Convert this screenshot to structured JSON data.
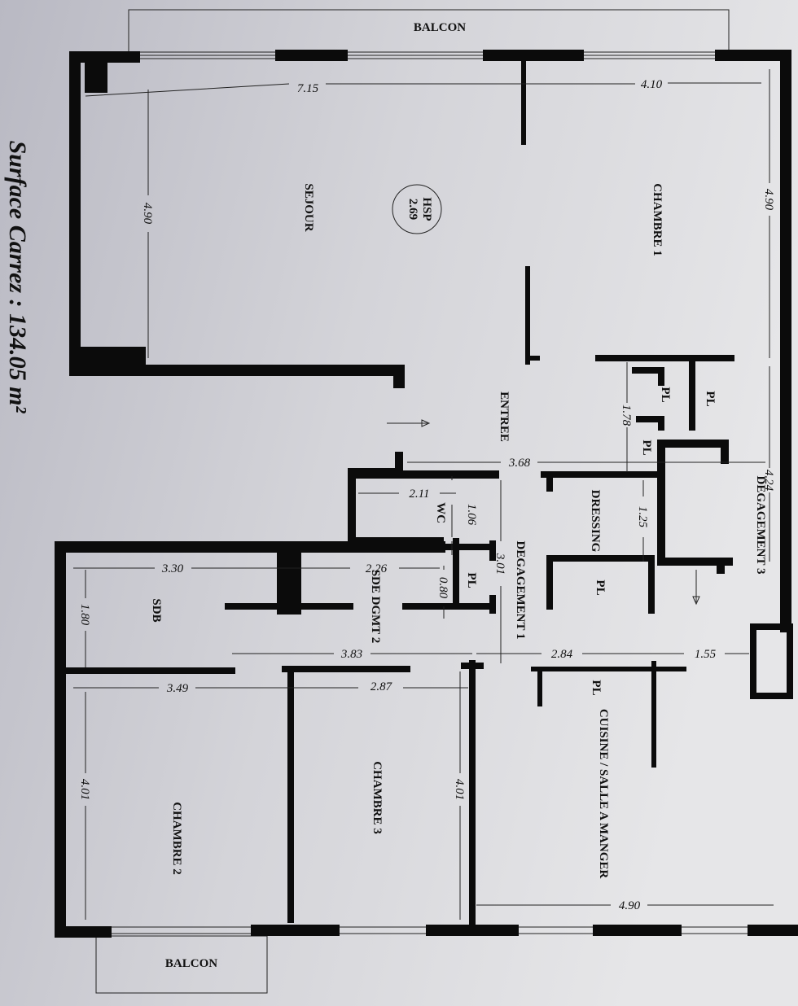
{
  "title": "Surface Carrez : 134.05 m²",
  "balcony_top": "BALCON",
  "balcony_bottom": "BALCON",
  "hsp": {
    "label": "HSP",
    "value": "2.69"
  },
  "rooms": {
    "sejour": "SEJOUR",
    "chambre1": "CHAMBRE 1",
    "entree": "ENTREE",
    "degagement3": "DEGAGEMENT 3",
    "wc": "WC",
    "dressing": "DRESSING",
    "degagement1": "DEGAGEMENT 1",
    "sdb": "SDB",
    "sde": "SDE DGMT 2",
    "chambre2": "CHAMBRE 2",
    "chambre3": "CHAMBRE 3",
    "cuisine": "CUISINE / SALLE A MANGER",
    "pl": "PL"
  },
  "dims": {
    "d715": "7.15",
    "d410": "4.10",
    "d490a": "4.90",
    "d490b": "4.90",
    "d178": "1.78",
    "d368": "3.68",
    "d424": "4.24",
    "d211": "2.11",
    "d106": "1.06",
    "d125": "1.25",
    "d301": "3.01",
    "d330": "3.30",
    "d226": "2.26",
    "d080": "0.80",
    "d180": "1.80",
    "d383": "3.83",
    "d284": "2.84",
    "d155": "1.55",
    "d349": "3.49",
    "d287": "2.87",
    "d401a": "4.01",
    "d401b": "4.01",
    "d490c": "4.90"
  }
}
